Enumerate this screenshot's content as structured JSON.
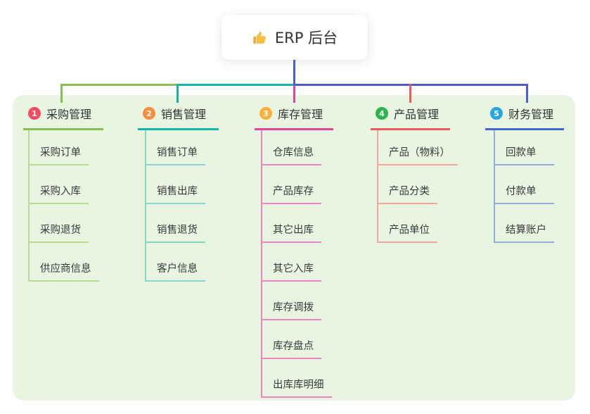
{
  "root": {
    "label": "ERP 后台",
    "icon": "thumbs-up-icon",
    "icon_color": "#f8bf3c"
  },
  "panel": {
    "bg": "#e7f5e1"
  },
  "colors": {
    "stem_blue": "#4c5cd4",
    "connector_green": "#88bd4f",
    "connector_teal": "#16b3ab",
    "connector_magenta": "#e2459c",
    "connector_red": "#f15a5a",
    "connector_blue": "#4c5cd4",
    "text": "#333333"
  },
  "branches": [
    {
      "num": "1",
      "label": "采购管理",
      "accent": "#88bd4f",
      "light": "#b9da90",
      "badge": "#f44b65",
      "items": [
        "采购订单",
        "采购入库",
        "采购退货",
        "供应商信息"
      ]
    },
    {
      "num": "2",
      "label": "销售管理",
      "accent": "#16b3ab",
      "light": "#86d8cf",
      "badge": "#fa8c3e",
      "items": [
        "销售订单",
        "销售出库",
        "销售退货",
        "客户信息"
      ]
    },
    {
      "num": "3",
      "label": "库存管理",
      "accent": "#e2459c",
      "light": "#f083c3",
      "badge": "#fbb039",
      "items": [
        "仓库信息",
        "产品库存",
        "其它出库",
        "其它入库",
        "库存调拨",
        "库存盘点",
        "出库库明细"
      ]
    },
    {
      "num": "4",
      "label": "产品管理",
      "accent": "#f15a5a",
      "light": "#f6a5a0",
      "badge": "#2cb54e",
      "items": [
        "产品（物料）",
        "产品分类",
        "产品单位"
      ]
    },
    {
      "num": "5",
      "label": "财务管理",
      "accent": "#4565d2",
      "light": "#98abde",
      "badge": "#29a5e3",
      "items": [
        "回款单",
        "付款单",
        "结算账户"
      ]
    }
  ]
}
